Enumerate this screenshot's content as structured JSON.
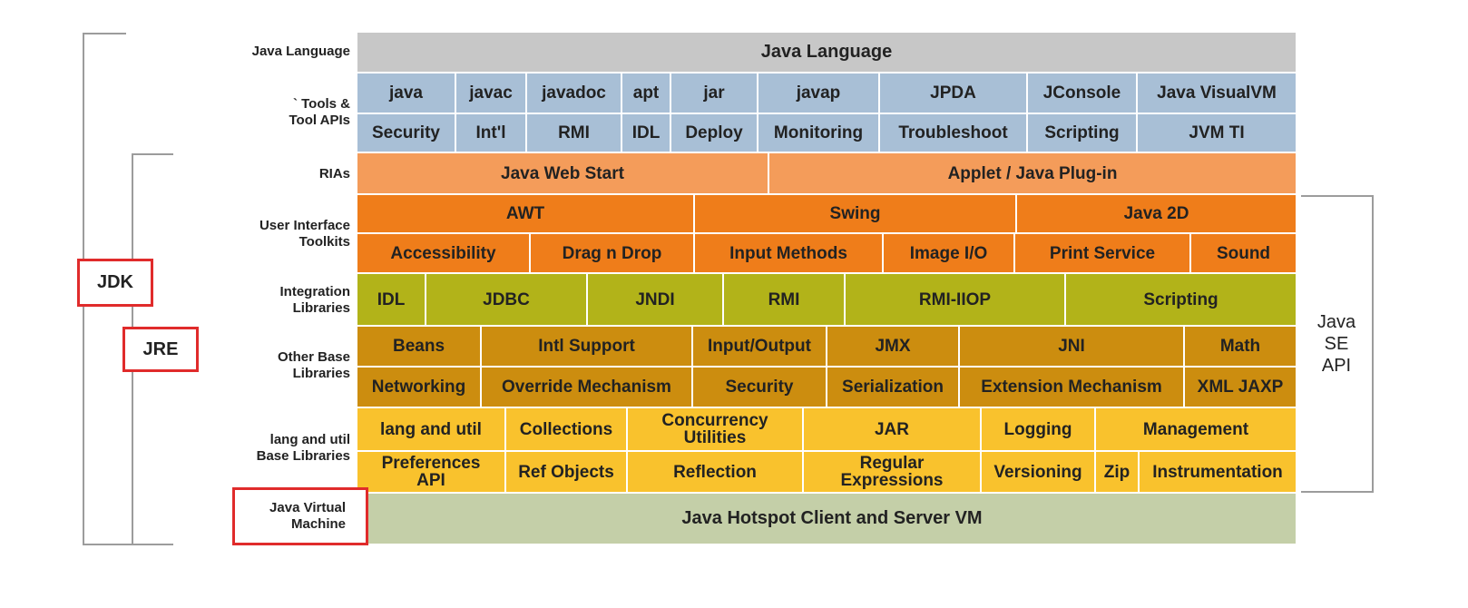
{
  "row_labels": {
    "java_language": "Java Language",
    "tools": "` Tools &\nTool APIs",
    "rias": "RIAs",
    "ui_toolkits": "User Interface\nToolkits",
    "integration": "Integration\nLibraries",
    "other_base": "Other Base\nLibraries",
    "lang_util": "lang and util\nBase Libraries",
    "jvm": "Java Virtual\nMachine"
  },
  "java_language_bar": "Java Language",
  "tools_row1": [
    "java",
    "javac",
    "javadoc",
    "apt",
    "jar",
    "javap",
    "JPDA",
    "JConsole",
    "Java VisualVM"
  ],
  "tools_row2": [
    "Security",
    "Int'l",
    "RMI",
    "IDL",
    "Deploy",
    "Monitoring",
    "Troubleshoot",
    "Scripting",
    "JVM TI"
  ],
  "rias": [
    "Java Web Start",
    "Applet / Java Plug-in"
  ],
  "ui_row1": [
    "AWT",
    "Swing",
    "Java 2D"
  ],
  "ui_row2": [
    "Accessibility",
    "Drag n Drop",
    "Input Methods",
    "Image I/O",
    "Print Service",
    "Sound"
  ],
  "integration": [
    "IDL",
    "JDBC",
    "JNDI",
    "RMI",
    "RMI-IIOP",
    "Scripting"
  ],
  "other_row1": [
    "Beans",
    "Intl Support",
    "Input/Output",
    "JMX",
    "JNI",
    "Math"
  ],
  "other_row2": [
    "Networking",
    "Override Mechanism",
    "Security",
    "Serialization",
    "Extension Mechanism",
    "XML JAXP"
  ],
  "base_row1": [
    "lang and util",
    "Collections",
    "Concurrency\nUtilities",
    "JAR",
    "Logging",
    "Management"
  ],
  "base_row2": [
    "Preferences\nAPI",
    "Ref Objects",
    "Reflection",
    "Regular\nExpressions",
    "Versioning",
    "Zip",
    "Instrumentation"
  ],
  "jvm_bar": "Java Hotspot Client and Server VM",
  "jdk_label": "JDK",
  "jre_label": "JRE",
  "se_api_label": "Java\nSE\nAPI",
  "colors": {
    "highlight_box": "#e02b2b",
    "language": "#c7c7c7",
    "tools": "#a8bfd6",
    "rias": "#f49c5a",
    "ui": "#ef7d1a",
    "integration": "#b2b319",
    "other_base": "#cc8d0f",
    "lang_util_base": "#f9c22d",
    "jvm": "#c4cfa8"
  }
}
